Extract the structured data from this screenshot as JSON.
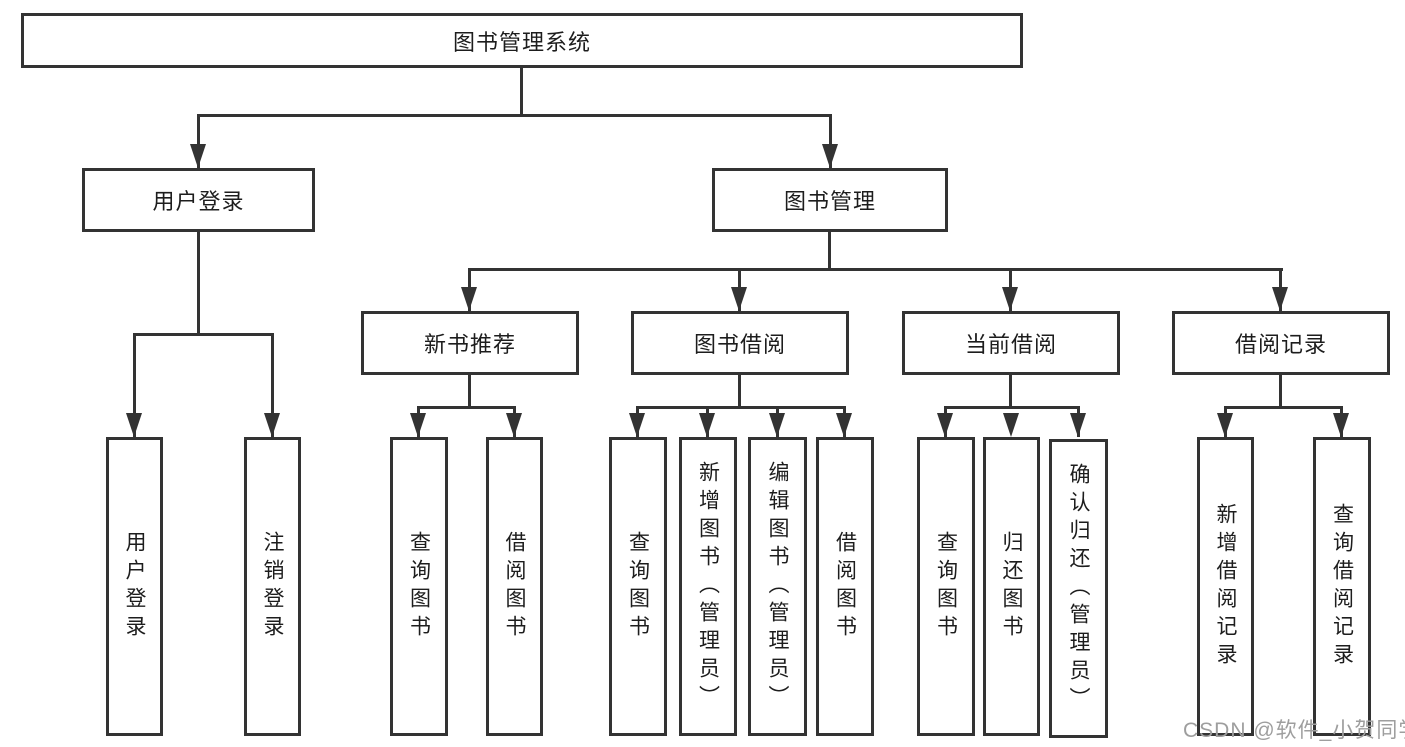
{
  "diagram": {
    "tree": {
      "label": "图书管理系统",
      "children": [
        {
          "label": "用户登录",
          "children": [
            {
              "label": "用户登录"
            },
            {
              "label": "注销登录"
            }
          ]
        },
        {
          "label": "图书管理",
          "children": [
            {
              "label": "新书推荐",
              "children": [
                {
                  "label": "查询图书"
                },
                {
                  "label": "借阅图书"
                }
              ]
            },
            {
              "label": "图书借阅",
              "children": [
                {
                  "label": "查询图书"
                },
                {
                  "label": "新增图书（管理员）"
                },
                {
                  "label": "编辑图书（管理员）"
                },
                {
                  "label": "借阅图书"
                }
              ]
            },
            {
              "label": "当前借阅",
              "children": [
                {
                  "label": "查询图书"
                },
                {
                  "label": "归还图书"
                },
                {
                  "label": "确认归还（管理员）"
                }
              ]
            },
            {
              "label": "借阅记录",
              "children": [
                {
                  "label": "新增借阅记录"
                },
                {
                  "label": "查询借阅记录"
                }
              ]
            }
          ]
        }
      ]
    },
    "watermark": "CSDN @软件_小贺同学",
    "colors": {
      "line": "#333333",
      "text": "#1d1d1d",
      "watermark": "#9e9e9e",
      "background": "#ffffff"
    }
  }
}
